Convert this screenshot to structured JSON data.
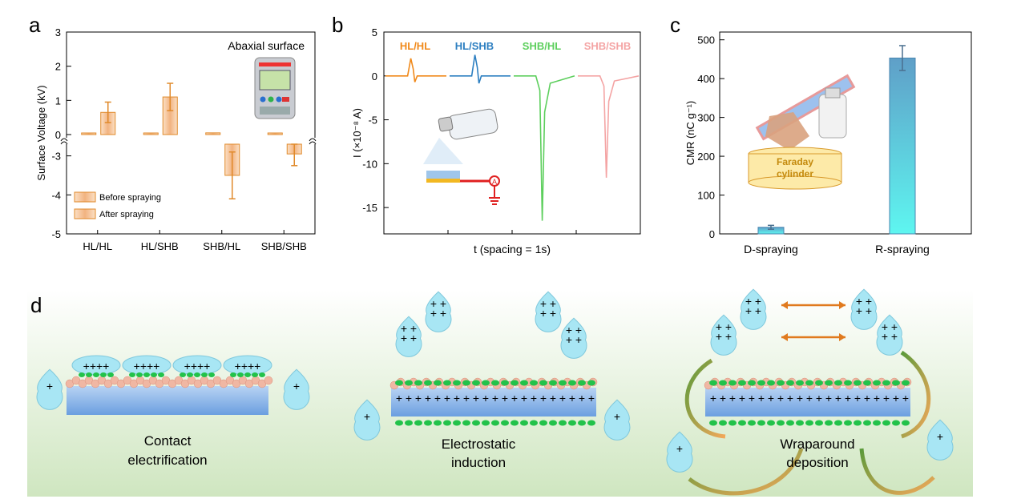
{
  "panels": {
    "a": "a",
    "b": "b",
    "c": "c",
    "d": "d"
  },
  "chart_data": [
    {
      "id": "a",
      "type": "bar",
      "ylabel": "Surface Voltage (kV)",
      "inset_label": "Abaxial surface",
      "categories": [
        "HL/HL",
        "HL/SHB",
        "SHB/HL",
        "SHB/SHB"
      ],
      "y_ticks": [
        "-5",
        "-4",
        "-3",
        "0",
        "1",
        "2",
        "3"
      ],
      "axis_break": true,
      "legend_position": "bottom-left",
      "series": [
        {
          "name": "Before spraying",
          "values": [
            0.03,
            0.04,
            0.05,
            0.04
          ],
          "errors": [
            0,
            0,
            0,
            0
          ]
        },
        {
          "name": "After spraying",
          "values": [
            0.65,
            1.1,
            -3.5,
            -2.95
          ],
          "errors": [
            0.3,
            0.4,
            0.6,
            0.3
          ]
        }
      ],
      "bar_fill_color": "#f5c79a",
      "bar_edge_color": "#e08a2b"
    },
    {
      "id": "b",
      "type": "line",
      "ylabel": "I (×10⁻⁸ A)",
      "xlabel": "t (spacing = 1s)",
      "ylim": [
        -18,
        5
      ],
      "y_ticks": [
        "5",
        "0",
        "-5",
        "-10",
        "-15"
      ],
      "series": [
        {
          "name": "HL/HL",
          "color": "#f0891a",
          "peak": 2.0
        },
        {
          "name": "HL/SHB",
          "color": "#2d7fc1",
          "peak": 2.4
        },
        {
          "name": "SHB/HL",
          "color": "#5dcf5d",
          "peak": -16.5
        },
        {
          "name": "SHB/SHB",
          "color": "#f4a4a4",
          "peak": -11.6
        }
      ],
      "circuit_symbol": "A"
    },
    {
      "id": "c",
      "type": "bar",
      "ylabel": "CMR (nC g⁻¹)",
      "categories": [
        "D-spraying",
        "R-spraying"
      ],
      "values": [
        17,
        453
      ],
      "errors": [
        5,
        32
      ],
      "ylim": [
        0,
        520
      ],
      "y_ticks": [
        "0",
        "100",
        "200",
        "300",
        "400",
        "500"
      ],
      "inset_label_1": "Faraday",
      "inset_label_2": "cylinder"
    }
  ],
  "panel_d": {
    "captions": [
      [
        "Contact",
        "electrification"
      ],
      [
        "Electrostatic",
        "induction"
      ],
      [
        "Wraparound",
        "deposition"
      ]
    ],
    "plus_sign": "+",
    "colors": {
      "droplet": "#a8e6f4",
      "leaf": "#7fb1e6",
      "particle": "#f0b7a3",
      "green": "#22c24a"
    }
  }
}
